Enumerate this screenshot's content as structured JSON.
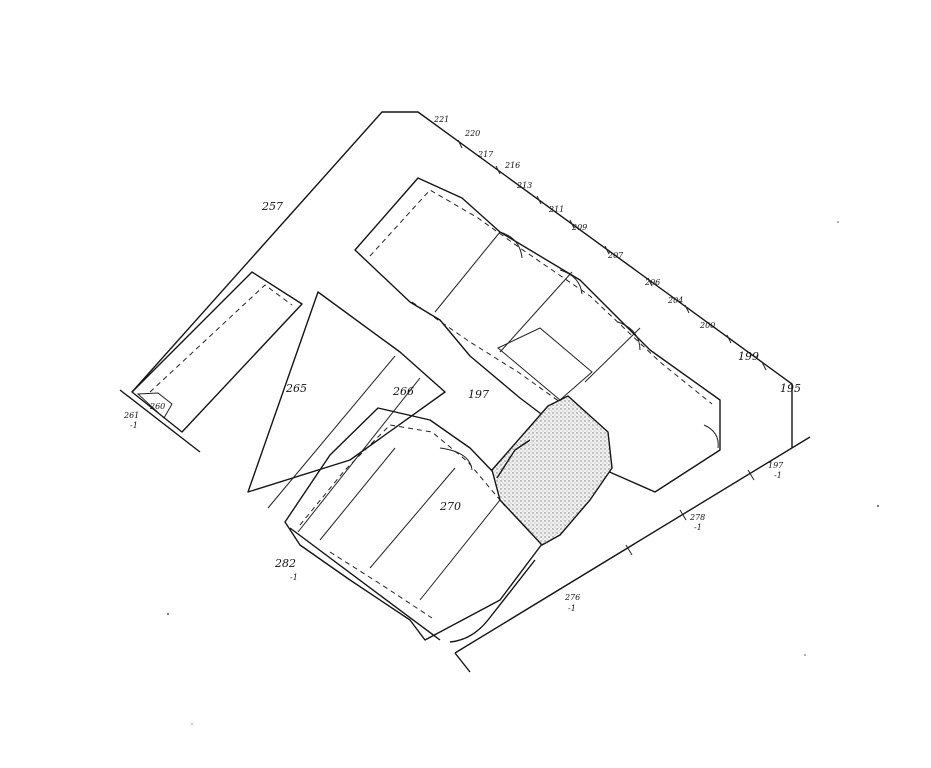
{
  "plan": {
    "labels": {
      "l257": "257",
      "l265": "265",
      "l266": "266",
      "l197a": "197",
      "l270": "270",
      "l282": "282",
      "l282sub": "-1",
      "l261": "261",
      "l261sub": "-1",
      "l260": "260",
      "l221": "221",
      "l220": "220",
      "l217": "217",
      "l216": "216",
      "l213": "213",
      "l211": "211",
      "l209": "209",
      "l207": "207",
      "l206": "206",
      "l204": "204",
      "l200": "200",
      "l199": "199",
      "l195": "195",
      "l197b": "197",
      "l197bsub": "-1",
      "l278": "278",
      "l278sub": "-1",
      "l276": "276",
      "l276sub": "-1"
    }
  }
}
